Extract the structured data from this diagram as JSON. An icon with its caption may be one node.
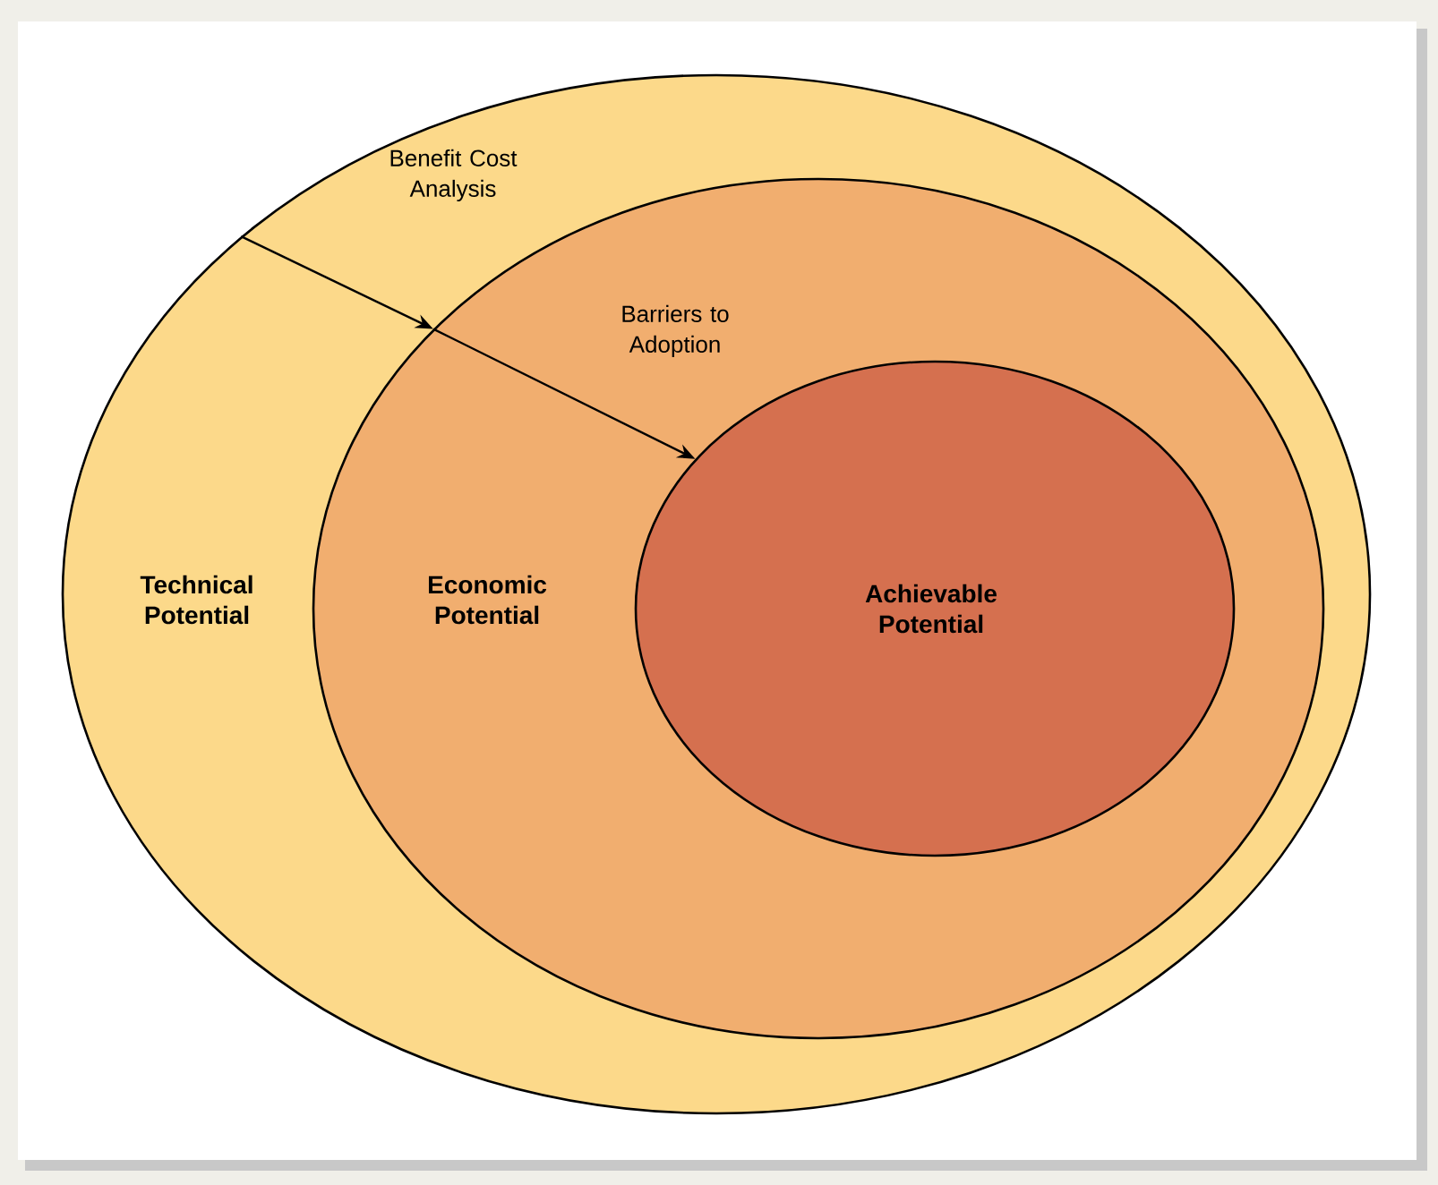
{
  "diagram": {
    "nodes": [
      {
        "text": [
          "Technical Potential"
        ]
      },
      {
        "text": [
          "Economic Potential"
        ],
        "in": 0
      },
      {
        "text": [
          "Achievable Potential"
        ],
        "in": 1
      }
    ],
    "edges": [
      {
        "from": 0,
        "to": 1,
        "arrow": "to",
        "label": "Benefit Cost Analysis"
      },
      {
        "from": 1,
        "to": 2,
        "arrow": "to",
        "label": "Barriers to Adoption"
      }
    ]
  }
}
